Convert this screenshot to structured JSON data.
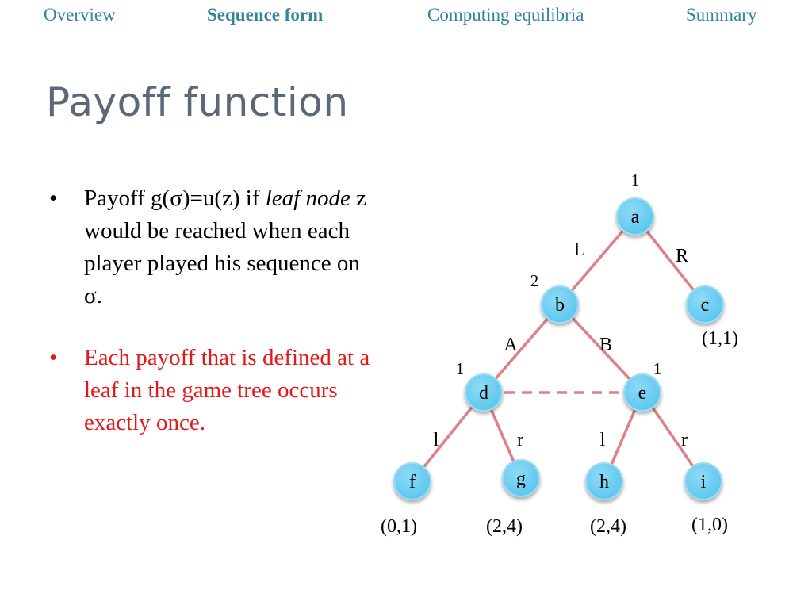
{
  "nav": {
    "items": [
      {
        "label": "Overview",
        "active": false
      },
      {
        "label": "Sequence form",
        "active": true
      },
      {
        "label": "Computing equilibria",
        "active": false
      },
      {
        "label": "Summary",
        "active": false
      }
    ]
  },
  "slide": {
    "title": "Payoff function",
    "bullets": [
      {
        "mark": "•",
        "parts": [
          "Payoff g(σ)=u(z) if ",
          "leaf node",
          " z would be reached when each player played his sequence on σ."
        ]
      },
      {
        "mark": "•",
        "text": "Each payoff that is defined at a leaf in the game tree occurs exactly once."
      }
    ]
  },
  "colors": {
    "nav_text": "#31849b",
    "title": "#5a6878",
    "highlight_text": "#e31919",
    "edge": "#e07f86",
    "node_fill": "#5cc7ee",
    "node_stroke": "#9fd9f2"
  },
  "tree": {
    "nodes": [
      {
        "id": "a",
        "label": "a",
        "player": "1"
      },
      {
        "id": "b",
        "label": "b",
        "player": "2"
      },
      {
        "id": "c",
        "label": "c",
        "payoff": "(1,1)"
      },
      {
        "id": "d",
        "label": "d",
        "player": "1"
      },
      {
        "id": "e",
        "label": "e",
        "player": "1"
      },
      {
        "id": "f",
        "label": "f",
        "payoff": "(0,1)"
      },
      {
        "id": "g",
        "label": "g",
        "payoff": "(2,4)"
      },
      {
        "id": "h",
        "label": "h",
        "payoff": "(2,4)"
      },
      {
        "id": "i",
        "label": "i",
        "payoff": "(1,0)"
      }
    ],
    "edges": [
      {
        "from": "a",
        "to": "b",
        "label": "L"
      },
      {
        "from": "a",
        "to": "c",
        "label": "R"
      },
      {
        "from": "b",
        "to": "d",
        "label": "A"
      },
      {
        "from": "b",
        "to": "e",
        "label": "B"
      },
      {
        "from": "d",
        "to": "f",
        "label": "l"
      },
      {
        "from": "d",
        "to": "g",
        "label": "r"
      },
      {
        "from": "e",
        "to": "h",
        "label": "l"
      },
      {
        "from": "e",
        "to": "i",
        "label": "r"
      }
    ],
    "information_sets": [
      {
        "nodes": [
          "d",
          "e"
        ]
      }
    ]
  }
}
